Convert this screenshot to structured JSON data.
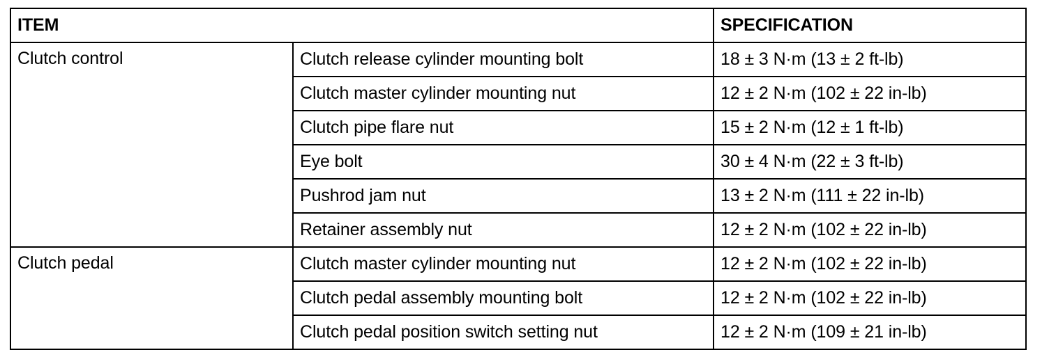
{
  "table": {
    "headers": {
      "item": "ITEM",
      "specification": "SPECIFICATION"
    },
    "groups": [
      {
        "name": "Clutch control",
        "rows": [
          {
            "item": "Clutch release cylinder mounting bolt",
            "spec": "18 ± 3 N·m (13 ± 2 ft-lb)"
          },
          {
            "item": "Clutch master cylinder mounting nut",
            "spec": "12 ± 2 N·m (102 ± 22 in-lb)"
          },
          {
            "item": "Clutch pipe flare nut",
            "spec": "15 ± 2 N·m (12 ± 1 ft-lb)"
          },
          {
            "item": "Eye bolt",
            "spec": "30 ± 4 N·m (22 ± 3 ft-lb)"
          },
          {
            "item": "Pushrod jam nut",
            "spec": "13 ± 2 N·m (111 ± 22 in-lb)"
          },
          {
            "item": "Retainer assembly nut",
            "spec": "12 ± 2 N·m (102 ± 22 in-lb)"
          }
        ]
      },
      {
        "name": "Clutch pedal",
        "rows": [
          {
            "item": "Clutch master cylinder mounting nut",
            "spec": "12 ± 2 N·m (102 ± 22 in-lb)"
          },
          {
            "item": "Clutch pedal assembly mounting bolt",
            "spec": "12 ± 2 N·m (102 ± 22 in-lb)"
          },
          {
            "item": "Clutch pedal position switch setting nut",
            "spec": "12 ± 2 N·m (109 ± 21 in-lb)"
          }
        ]
      }
    ]
  }
}
